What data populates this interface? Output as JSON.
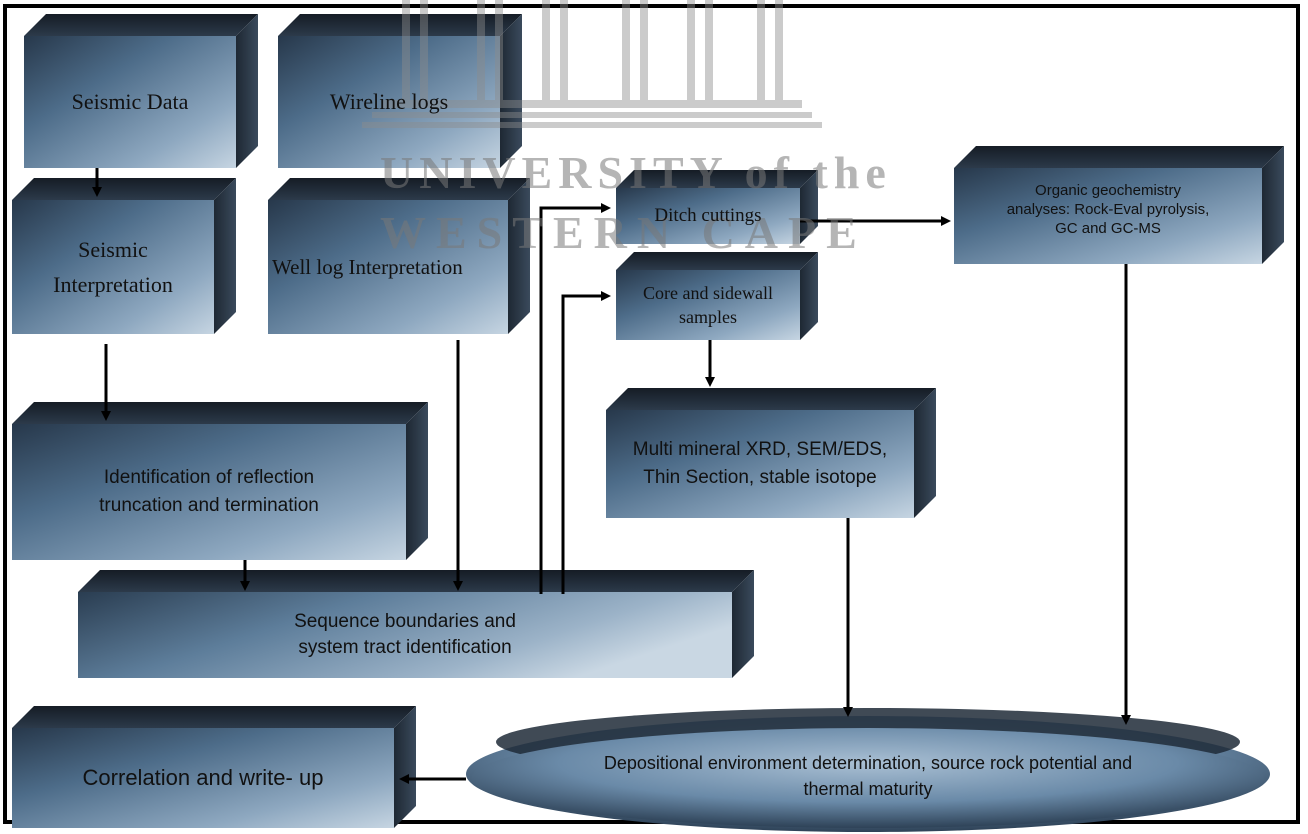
{
  "watermark": {
    "line1": "UNIVERSITY of the",
    "line2": "WESTERN CAPE"
  },
  "boxes": {
    "seismic_data": "Seismic Data",
    "wireline_logs": "Wireline logs",
    "seismic_interpretation_1": "Seismic",
    "seismic_interpretation_2": "Interpretation",
    "well_log_interpretation": "Well log Interpretation",
    "ditch_cuttings": "Ditch cuttings",
    "core_sidewall_1": "Core and sidewall",
    "core_sidewall_2": "samples",
    "organic_1": "Organic geochemistry",
    "organic_2": "analyses: Rock-Eval pyrolysis,",
    "organic_3": "GC and GC-MS",
    "reflection_1": "Identification of reflection",
    "reflection_2": "truncation and termination",
    "mineral_1": "Multi mineral XRD, SEM/EDS,",
    "mineral_2": "Thin Section, stable isotope",
    "sequence_1": "Sequence boundaries and",
    "sequence_2": "system tract identification",
    "correlation": "Correlation and write- up",
    "depositional_1": "Depositional environment determination, source rock potential and",
    "depositional_2": "thermal maturity"
  },
  "colors": {
    "box_front_top": "#2b3f55",
    "box_front_mid": "#5a7a98",
    "box_front_light": "#9fb6cc",
    "box_side": "#24303e",
    "box_top": "#1c2530",
    "arrow": "#000000"
  }
}
